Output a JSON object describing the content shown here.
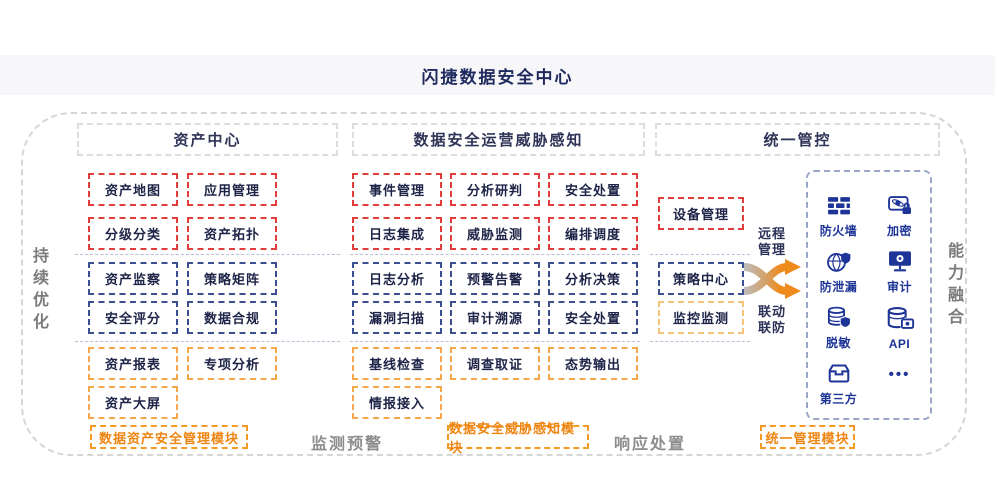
{
  "title": "闪捷数据安全中心",
  "rails": {
    "left": "持续优化",
    "right": "能力融合"
  },
  "columns": {
    "assets": {
      "header": "资产中心",
      "red": [
        "资产地图",
        "应用管理",
        "分级分类",
        "资产拓扑"
      ],
      "blue": [
        "资产监察",
        "策略矩阵",
        "安全评分",
        "数据合规"
      ],
      "orange": [
        "资产报表",
        "专项分析",
        "资产大屏"
      ],
      "module": "数据资产安全管理模块"
    },
    "operations": {
      "header": "数据安全运营威胁感知",
      "red": [
        "事件管理",
        "分析研判",
        "安全处置",
        "日志集成",
        "威胁监测",
        "编排调度"
      ],
      "blue": [
        "日志分析",
        "预警告警",
        "分析决策",
        "漏洞扫描",
        "审计溯源",
        "安全处置"
      ],
      "orange": [
        "基线检查",
        "调查取证",
        "态势输出",
        "情报接入"
      ],
      "module": "数据安全威胁感知模块"
    },
    "management": {
      "header": "统一管控",
      "device": "设备管理",
      "policy": "策略中心",
      "monitor": "监控监测",
      "remote": "远程\n管理",
      "linkage": "联动\n联防",
      "icons": [
        {
          "name": "firewall",
          "label": "防火墙"
        },
        {
          "name": "encryption",
          "label": "加密"
        },
        {
          "name": "leak-prevention",
          "label": "防泄漏"
        },
        {
          "name": "audit",
          "label": "审计"
        },
        {
          "name": "data-masking",
          "label": "脱敏"
        },
        {
          "name": "api",
          "label": "API"
        },
        {
          "name": "third-party",
          "label": "第三方"
        },
        {
          "name": "more",
          "label": "•••"
        }
      ],
      "module": "统一管理模块"
    }
  },
  "phases": {
    "monitoring": "监测预警",
    "response": "响应处置"
  },
  "colors": {
    "accent_red": "#e23c3c",
    "accent_blue": "#3d4e91",
    "accent_orange": "#f5a84a",
    "module_orange": "#ee8512",
    "icon_navy": "#1e3597",
    "title_navy": "#1f2a5e",
    "band_gray": "#f7f7f9"
  }
}
